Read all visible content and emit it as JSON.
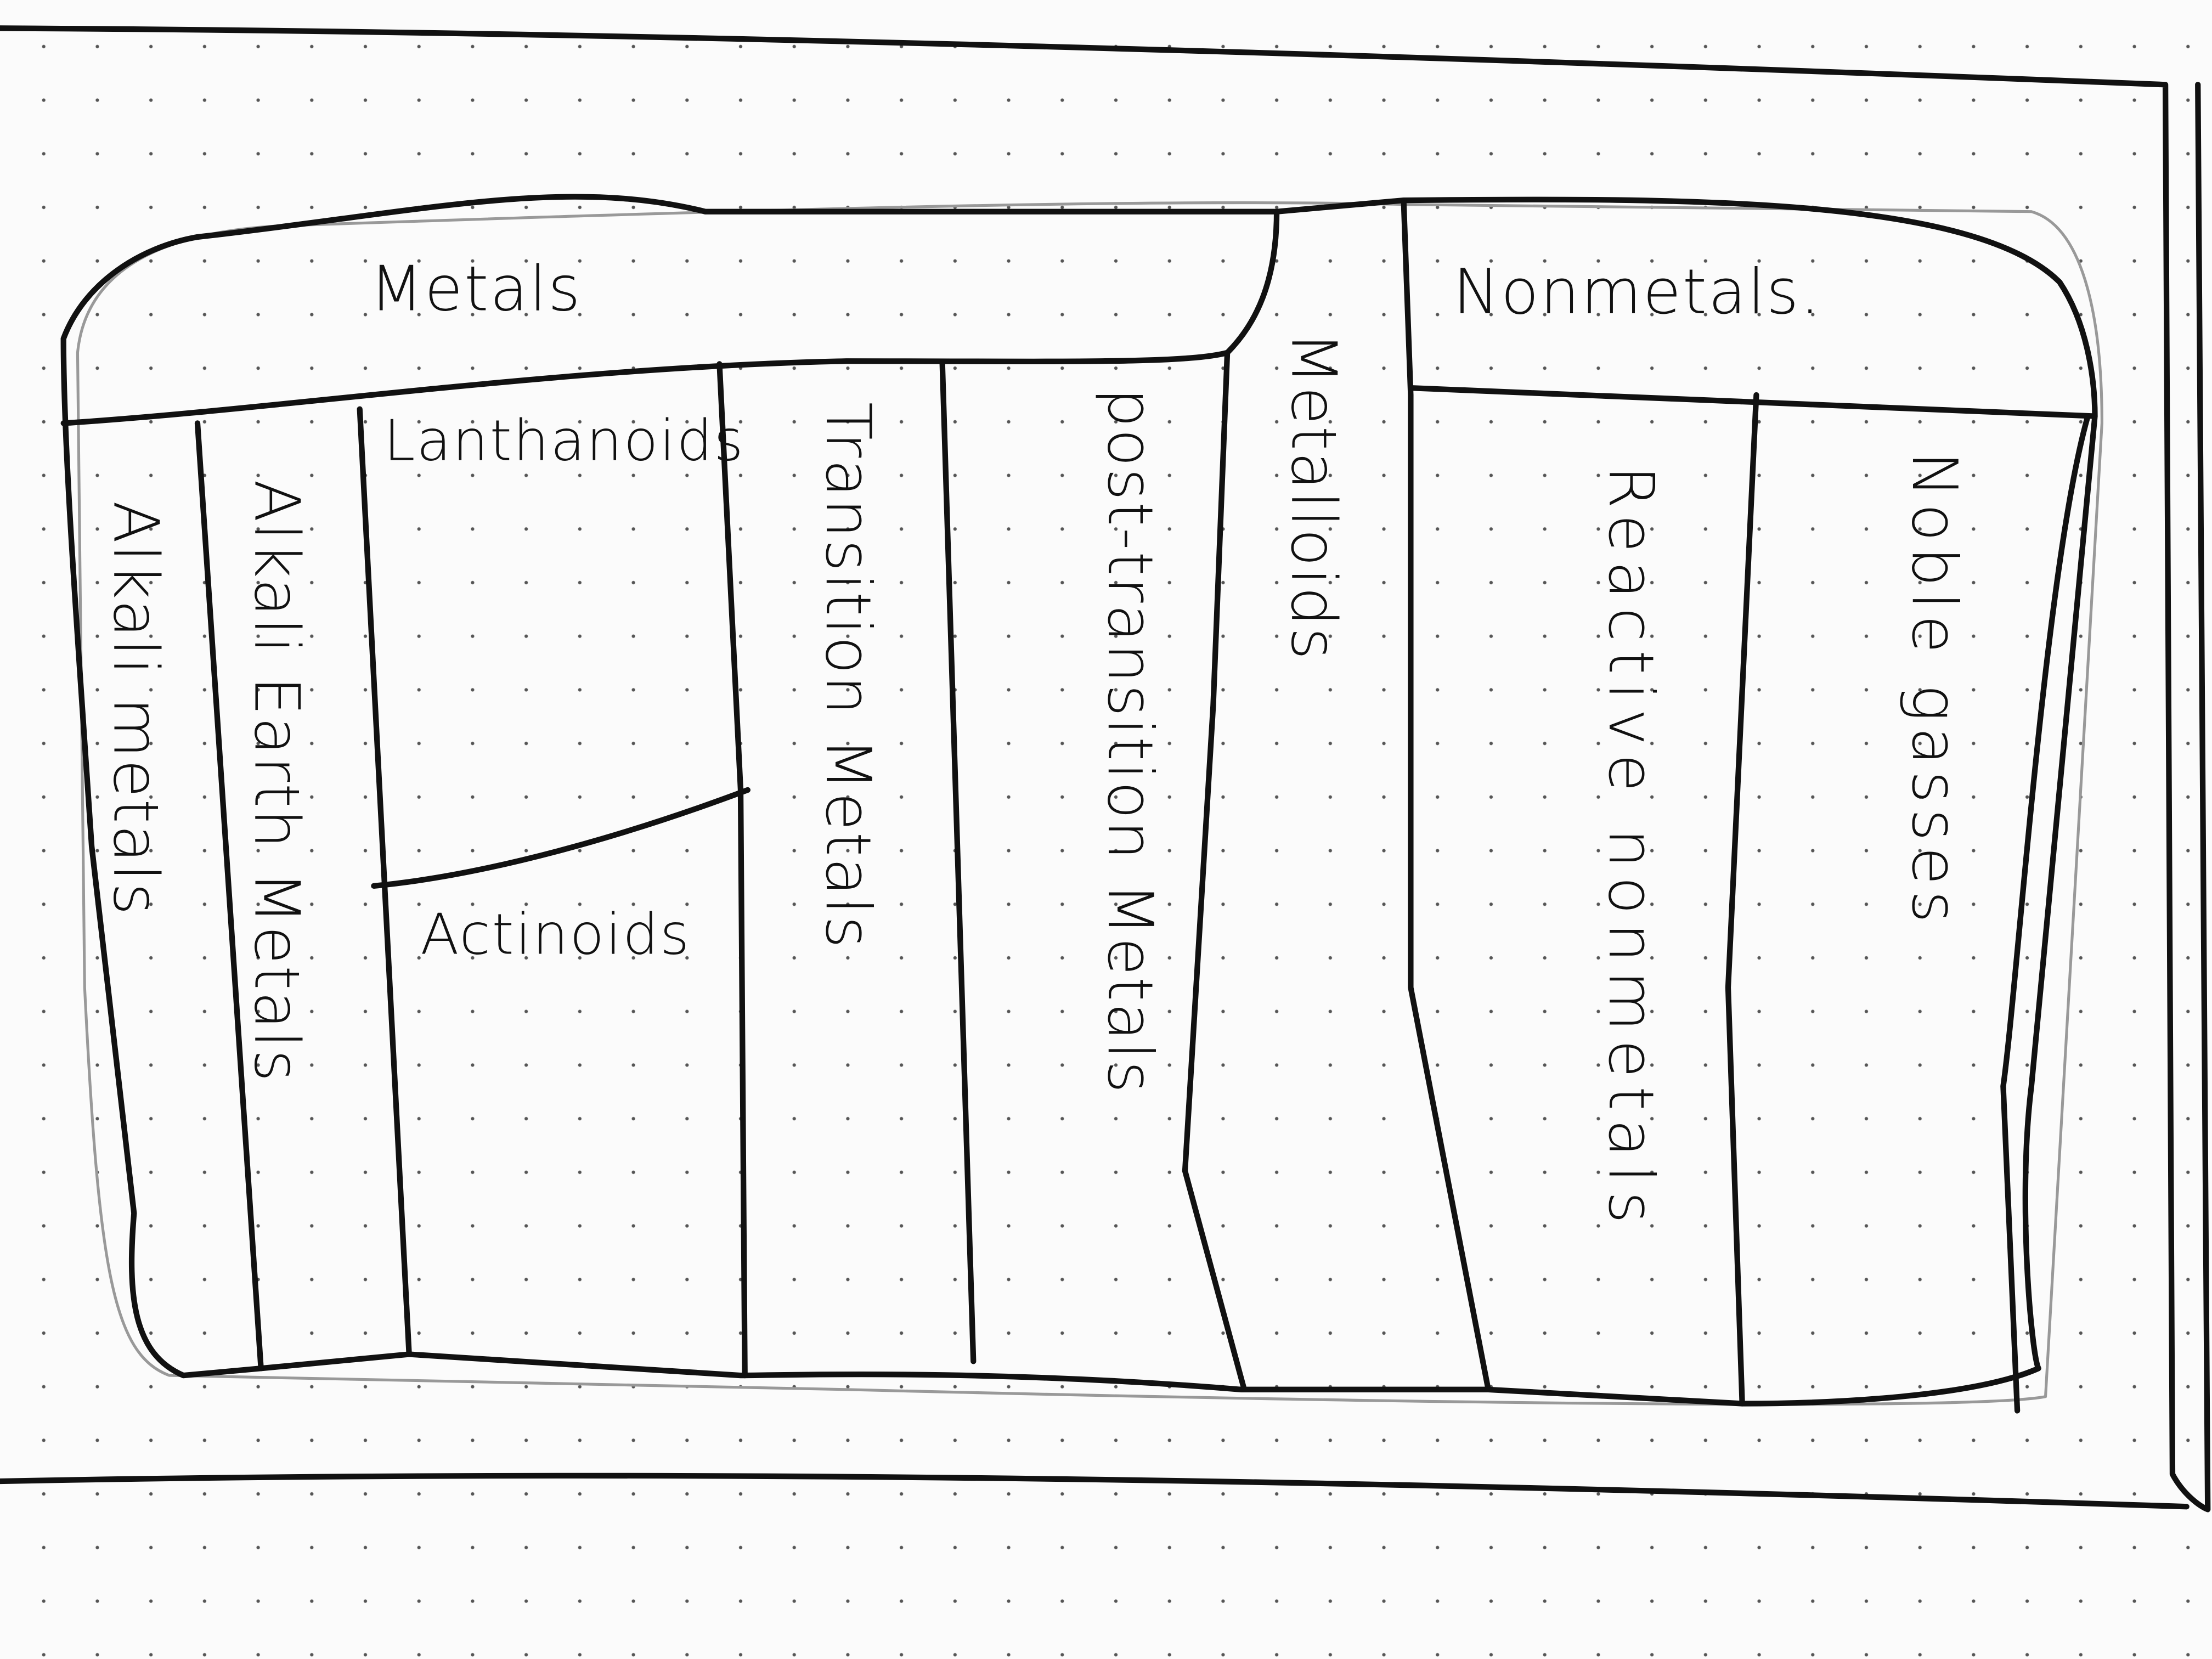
{
  "diagram": {
    "title_groups": {
      "metals": "Metals",
      "nonmetals": "Nonmetals."
    },
    "columns": {
      "alkali_metals": "Alkali metals",
      "alkali_earth_metals": "Alkali Earth Metals",
      "lanthanoids": "Lanthanoids",
      "actinoids": "Actinoids",
      "transition_metals": "Transition Metals",
      "post_transition_metals": "post-transition Metals",
      "metalloids": "Metalloids",
      "reactive_nonmetals": "Reactive nonmetals",
      "noble_gasses": "Noble gasses"
    }
  }
}
